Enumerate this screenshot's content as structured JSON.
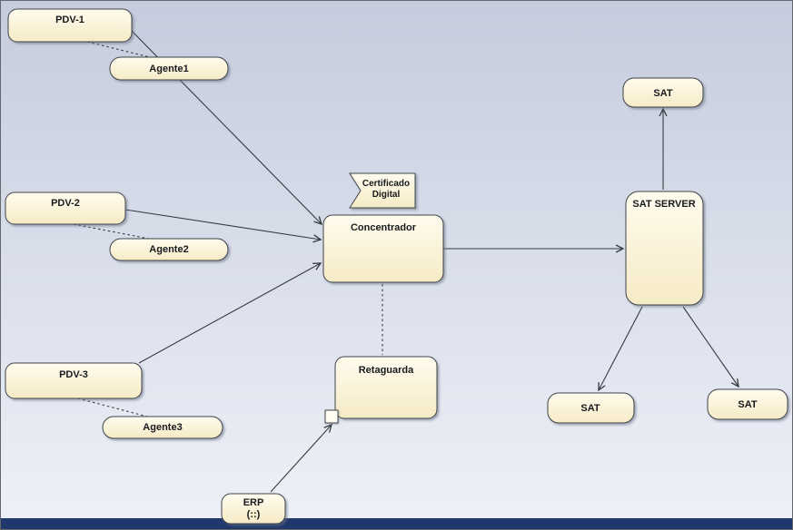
{
  "nodes": {
    "pdv1": {
      "label": "PDV-1"
    },
    "agente1": {
      "label": "Agente1"
    },
    "pdv2": {
      "label": "PDV-2"
    },
    "agente2": {
      "label": "Agente2"
    },
    "pdv3": {
      "label": "PDV-3"
    },
    "agente3": {
      "label": "Agente3"
    },
    "certificado": {
      "line1": "Certificado",
      "line2": "Digital"
    },
    "concentrador": {
      "label": "Concentrador"
    },
    "retaguarda": {
      "label": "Retaguarda"
    },
    "erp": {
      "line1": "ERP",
      "line2": "(::)"
    },
    "sat_server": {
      "label": "SAT SERVER"
    },
    "sat_top": {
      "label": "SAT"
    },
    "sat_left": {
      "label": "SAT"
    },
    "sat_right": {
      "label": "SAT"
    }
  },
  "colors": {
    "node_fill_top": "#fffbee",
    "node_fill_bottom": "#f6ebc6",
    "node_border": "#3f444b",
    "connector": "#363b42",
    "background_top": "#c5ccdd",
    "background_bottom": "#eef1f8",
    "bottom_bar": "#20386b"
  }
}
